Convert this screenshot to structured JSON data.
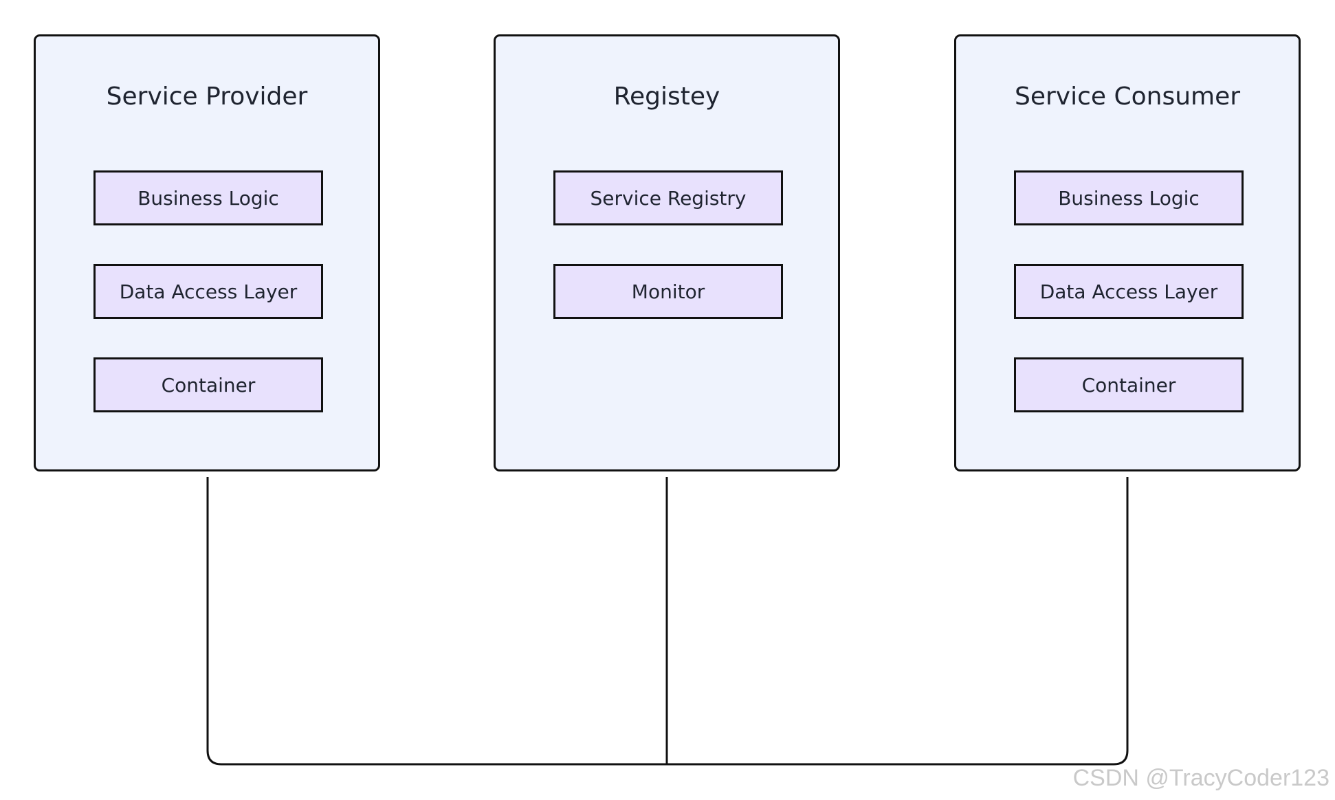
{
  "diagram": {
    "groups": [
      {
        "id": "provider",
        "title": "Service Provider",
        "nodes": [
          "Business Logic",
          "Data Access Layer",
          "Container"
        ]
      },
      {
        "id": "registry",
        "title": "Registey",
        "nodes": [
          "Service Registry",
          "Monitor"
        ]
      },
      {
        "id": "consumer",
        "title": "Service Consumer",
        "nodes": [
          "Business Logic",
          "Data Access Layer",
          "Container"
        ]
      }
    ],
    "connections": [
      {
        "from": "provider",
        "to": "registry"
      },
      {
        "from": "consumer",
        "to": "registry"
      }
    ]
  },
  "colors": {
    "group_fill": "#eff3fd",
    "node_fill": "#e8e1fd",
    "stroke": "#111111",
    "text": "#1f2430",
    "watermark": "#c9c9c9"
  },
  "watermark": "CSDN @TracyCoder123"
}
